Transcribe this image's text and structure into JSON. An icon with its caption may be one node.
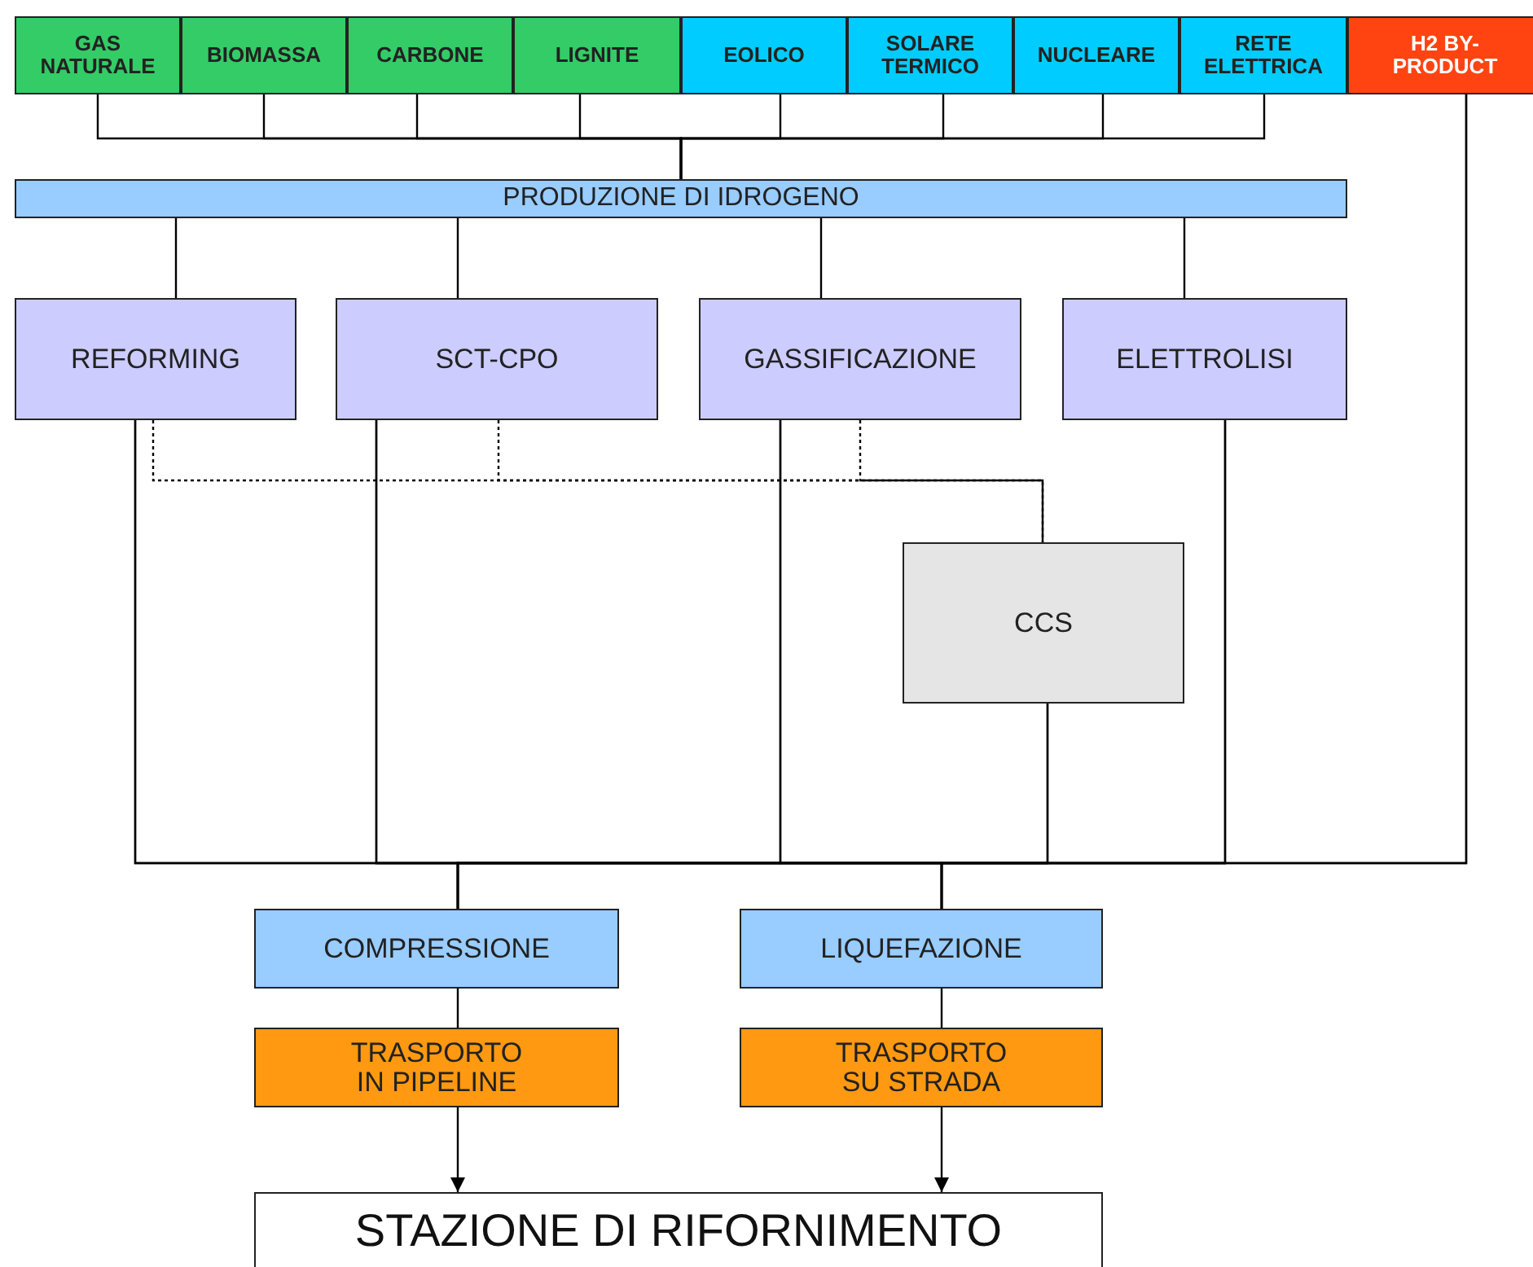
{
  "diagram": {
    "nodes": [
      {
        "text": [
          "GAS NATURALE"
        ]
      },
      {
        "text": [
          "BIOMASSA"
        ]
      },
      {
        "text": [
          "CARBONE"
        ]
      },
      {
        "text": [
          "LIGNITE"
        ]
      },
      {
        "text": [
          "EOLICO"
        ]
      },
      {
        "text": [
          "SOLARE TERMICO"
        ]
      },
      {
        "text": [
          "NUCLEARE"
        ]
      },
      {
        "text": [
          "RETE ELETTRICA"
        ]
      },
      {
        "text": [
          "H2 BY-PRODUCT"
        ]
      },
      {
        "text": [
          "PRODUZIONE DI IDROGENO"
        ]
      },
      {
        "text": [
          "REFORMING"
        ]
      },
      {
        "text": [
          "SCT-CPO"
        ]
      },
      {
        "text": [
          "GASSIFICAZIONE"
        ]
      },
      {
        "text": [
          "ELETTROLISI"
        ]
      },
      {
        "text": [
          "CCS"
        ]
      },
      {
        "text": [
          "COMPRESSIONE"
        ]
      },
      {
        "text": [
          "LIQUEFAZIONE"
        ]
      },
      {
        "text": [
          "TRASPORTO IN PIPELINE"
        ]
      },
      {
        "text": [
          "TRASPORTO SU STRADA"
        ]
      },
      {
        "text": [
          "STAZIONE DI RIFORNIMENTO"
        ]
      }
    ],
    "edges": [
      {
        "from": 0,
        "to": 9,
        "arrow": "none"
      },
      {
        "from": 1,
        "to": 9,
        "arrow": "none"
      },
      {
        "from": 2,
        "to": 9,
        "arrow": "none"
      },
      {
        "from": 3,
        "to": 9,
        "arrow": "none"
      },
      {
        "from": 4,
        "to": 9,
        "arrow": "none"
      },
      {
        "from": 5,
        "to": 9,
        "arrow": "none"
      },
      {
        "from": 6,
        "to": 9,
        "arrow": "none"
      },
      {
        "from": 7,
        "to": 9,
        "arrow": "none"
      },
      {
        "from": 9,
        "to": 10,
        "arrow": "none"
      },
      {
        "from": 9,
        "to": 11,
        "arrow": "none"
      },
      {
        "from": 9,
        "to": 12,
        "arrow": "none"
      },
      {
        "from": 9,
        "to": 13,
        "arrow": "none"
      },
      {
        "from": 10,
        "to": 14,
        "arrow": "none",
        "style": "dashed"
      },
      {
        "from": 11,
        "to": 14,
        "arrow": "none",
        "style": "dashed"
      },
      {
        "from": 12,
        "to": 14,
        "arrow": "none",
        "style": "dashed"
      },
      {
        "from": 10,
        "to": 15,
        "arrow": "none"
      },
      {
        "from": 10,
        "to": 16,
        "arrow": "none"
      },
      {
        "from": 11,
        "to": 15,
        "arrow": "none"
      },
      {
        "from": 11,
        "to": 16,
        "arrow": "none"
      },
      {
        "from": 12,
        "to": 15,
        "arrow": "none"
      },
      {
        "from": 12,
        "to": 16,
        "arrow": "none"
      },
      {
        "from": 14,
        "to": 15,
        "arrow": "none"
      },
      {
        "from": 14,
        "to": 16,
        "arrow": "none"
      },
      {
        "from": 13,
        "to": 15,
        "arrow": "none"
      },
      {
        "from": 13,
        "to": 16,
        "arrow": "none"
      },
      {
        "from": 8,
        "to": 15,
        "arrow": "none"
      },
      {
        "from": 8,
        "to": 16,
        "arrow": "none"
      },
      {
        "from": 15,
        "to": 17,
        "arrow": "none"
      },
      {
        "from": 16,
        "to": 18,
        "arrow": "none"
      },
      {
        "from": 17,
        "to": 19,
        "arrow": "to"
      },
      {
        "from": 18,
        "to": 19,
        "arrow": "to"
      }
    ]
  }
}
